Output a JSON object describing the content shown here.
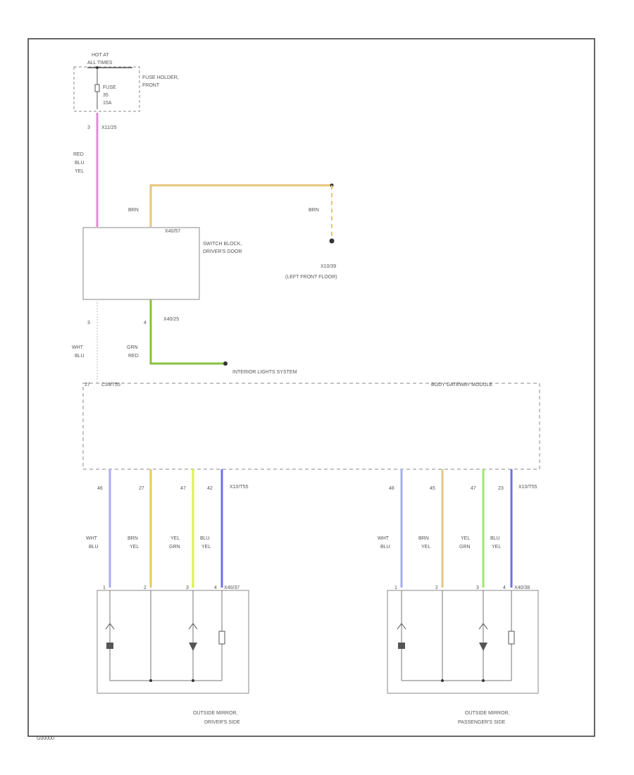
{
  "colors": {
    "red_blu_yel": "#e58ad6",
    "brn": "#e8c47c",
    "grn_red": "#88c23c",
    "wht_blu": "#aaaaf2",
    "brn_yel": "#e8c85c",
    "yel_grn_drv": "#ddf04a",
    "blu_yel": "#6f6fe8",
    "wht_blu_pass": "#aaaaf2",
    "brn_yel_pass": "#e0c880",
    "yel_grn_pass": "#9ee86c",
    "blu_yel_pass": "#6f6fe8",
    "frame": "#333333",
    "component": "#777777"
  },
  "fuse_block": {
    "hot_at": "HOT AT",
    "hot_at_2": "ALL TIMES",
    "fuse_label": "FUSE",
    "fuse_num": "35",
    "fuse_amp": "15A",
    "holder_1": "FUSE HOLDER,",
    "holder_2": "FRONT",
    "pin": "3",
    "connector": "X11/25"
  },
  "wires": {
    "red": "RED",
    "blu": "BLU",
    "yel": "YEL",
    "brn_1": "BRN",
    "brn_2": "BRN",
    "wht": "WHT",
    "wht_blu": "BLU",
    "grn": "GRN",
    "red2": "RED"
  },
  "switch_block": {
    "name_1": "SWITCH BLOCK,",
    "name_2": "DRIVER'S DOOR",
    "connector": "X40/57",
    "pin_left": "3",
    "pin_right": "4",
    "connector_bottom": "X40/25"
  },
  "ground": {
    "label_1": "X10/39",
    "label_2": "(LEFT FRONT FLOOR)"
  },
  "interior": {
    "label": "INTERIOR LIGHTS SYSTEM"
  },
  "bcm": {
    "pin": "27",
    "connector": "C39/T55",
    "name": "BODY GATEWAY MODULE"
  },
  "driver_side": {
    "pins": [
      "46",
      "27",
      "47",
      "42"
    ],
    "connector": "X10/T55",
    "wire_top": [
      "WHT",
      "BRN",
      "YEL",
      "BLU"
    ],
    "wire_bot": [
      "BLU",
      "YEL",
      "GRN",
      "YEL"
    ],
    "mirror_pins": [
      "1",
      "2",
      "3",
      "4"
    ],
    "mirror_connector": "X40/37",
    "name_1": "OUTSIDE MIRROR,",
    "name_2": "DRIVER'S SIDE"
  },
  "passenger_side": {
    "pins": [
      "48",
      "45",
      "47",
      "23"
    ],
    "connector": "X10/T55",
    "wire_top": [
      "WHT",
      "BRN",
      "YEL",
      "BLU"
    ],
    "wire_bot": [
      "BLU",
      "YEL",
      "GRN",
      "YEL"
    ],
    "mirror_pins": [
      "1",
      "2",
      "3",
      "4"
    ],
    "mirror_connector": "X40/38",
    "name_1": "OUTSIDE MIRROR,",
    "name_2": "PASSENGER'S SIDE"
  },
  "footer": {
    "code": "G00000"
  }
}
